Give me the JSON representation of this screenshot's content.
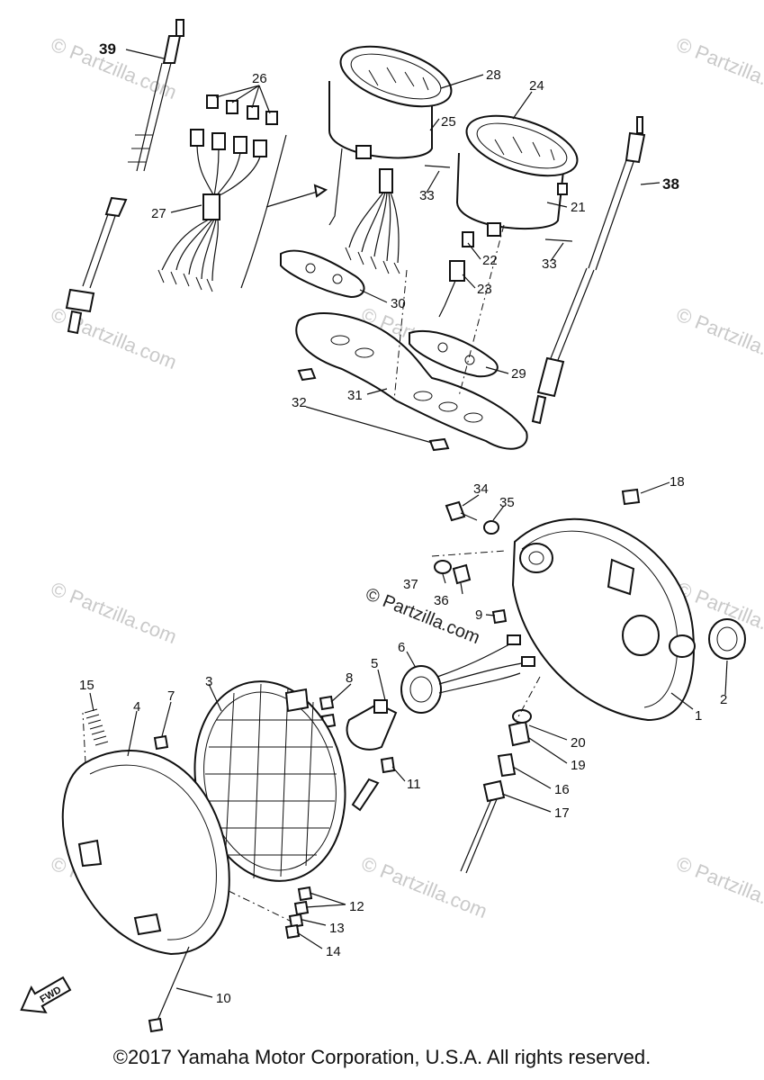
{
  "diagram": {
    "watermark": "© Partzilla.com",
    "watermark_center": "© Partzilla.com",
    "fwd_label": "FWD",
    "callouts": {
      "c1": "1",
      "c2": "2",
      "c3": "3",
      "c4": "4",
      "c5": "5",
      "c6": "6",
      "c7": "7",
      "c8": "8",
      "c9": "9",
      "c10": "10",
      "c11": "11",
      "c12": "12",
      "c13": "13",
      "c14": "14",
      "c15": "15",
      "c16": "16",
      "c17": "17",
      "c18": "18",
      "c19": "19",
      "c20": "20",
      "c21": "21",
      "c22": "22",
      "c23": "23",
      "c24": "24",
      "c25": "25",
      "c26": "26",
      "c27": "27",
      "c28": "28",
      "c29": "29",
      "c30": "30",
      "c31": "31",
      "c32": "32",
      "c33a": "33",
      "c33b": "33",
      "c34": "34",
      "c35": "35",
      "c36": "36",
      "c37": "37",
      "c38": "38",
      "c39": "39"
    }
  },
  "footer": {
    "copyright": "©2017  Yamaha Motor Corporation, U.S.A. All rights reserved."
  }
}
